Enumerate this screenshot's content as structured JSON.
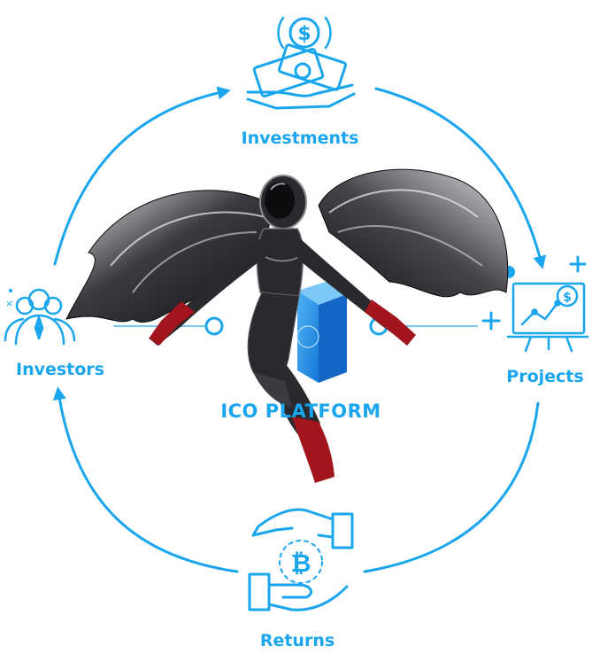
{
  "nodes": {
    "investments": "Investments",
    "investors": "Investors",
    "projects": "Projects",
    "returns": "Returns"
  },
  "center_label": "ICO PLATFORM",
  "colors": {
    "accent": "#1aa6ee",
    "cube": "#1f8fe8",
    "figure_dark": "#2a2a2e",
    "figure_red": "#a3151c"
  },
  "icons": {
    "investments": "money-hand-icon",
    "investors": "people-group-icon",
    "projects": "presentation-board-icon",
    "returns": "bitcoin-exchange-icon"
  },
  "center_image": "winged-robot-figure"
}
